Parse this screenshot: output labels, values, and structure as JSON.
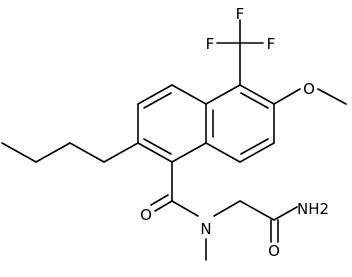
{
  "molecule": {
    "atoms": {
      "f_top": "F",
      "f_left": "F",
      "f_right": "F",
      "o_methoxy": "O",
      "o_amide": "O",
      "n_amide": "N",
      "nh2": "NH2",
      "o_terminal": "O"
    }
  },
  "colors": {
    "bond": "#000000",
    "background": "#ffffff"
  }
}
